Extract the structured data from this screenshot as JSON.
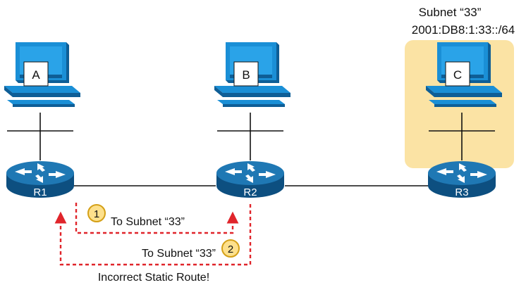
{
  "subnet_title": "Subnet “33”",
  "subnet_prefix": "2001:DB8:1:33::/64",
  "hosts": [
    {
      "label": "A"
    },
    {
      "label": "B"
    },
    {
      "label": "C"
    }
  ],
  "routers": [
    {
      "label": "R1"
    },
    {
      "label": "R2"
    },
    {
      "label": "R3"
    }
  ],
  "steps": [
    {
      "number": "1",
      "text": "To Subnet “33”"
    },
    {
      "number": "2",
      "text": "To Subnet “33”"
    }
  ],
  "caption": "Incorrect Static Route!",
  "colors": {
    "router_blue": "#1f78b4",
    "router_dark": "#0d4f80",
    "pc_blue": "#1a8fd6",
    "subnet_highlight": "#fbe3a4",
    "loop_arrow": "#e0252b",
    "badge_fill": "#fde08c",
    "badge_stroke": "#d4a017"
  },
  "icons": [
    "pc-icon",
    "router-icon",
    "arrow-icon"
  ]
}
